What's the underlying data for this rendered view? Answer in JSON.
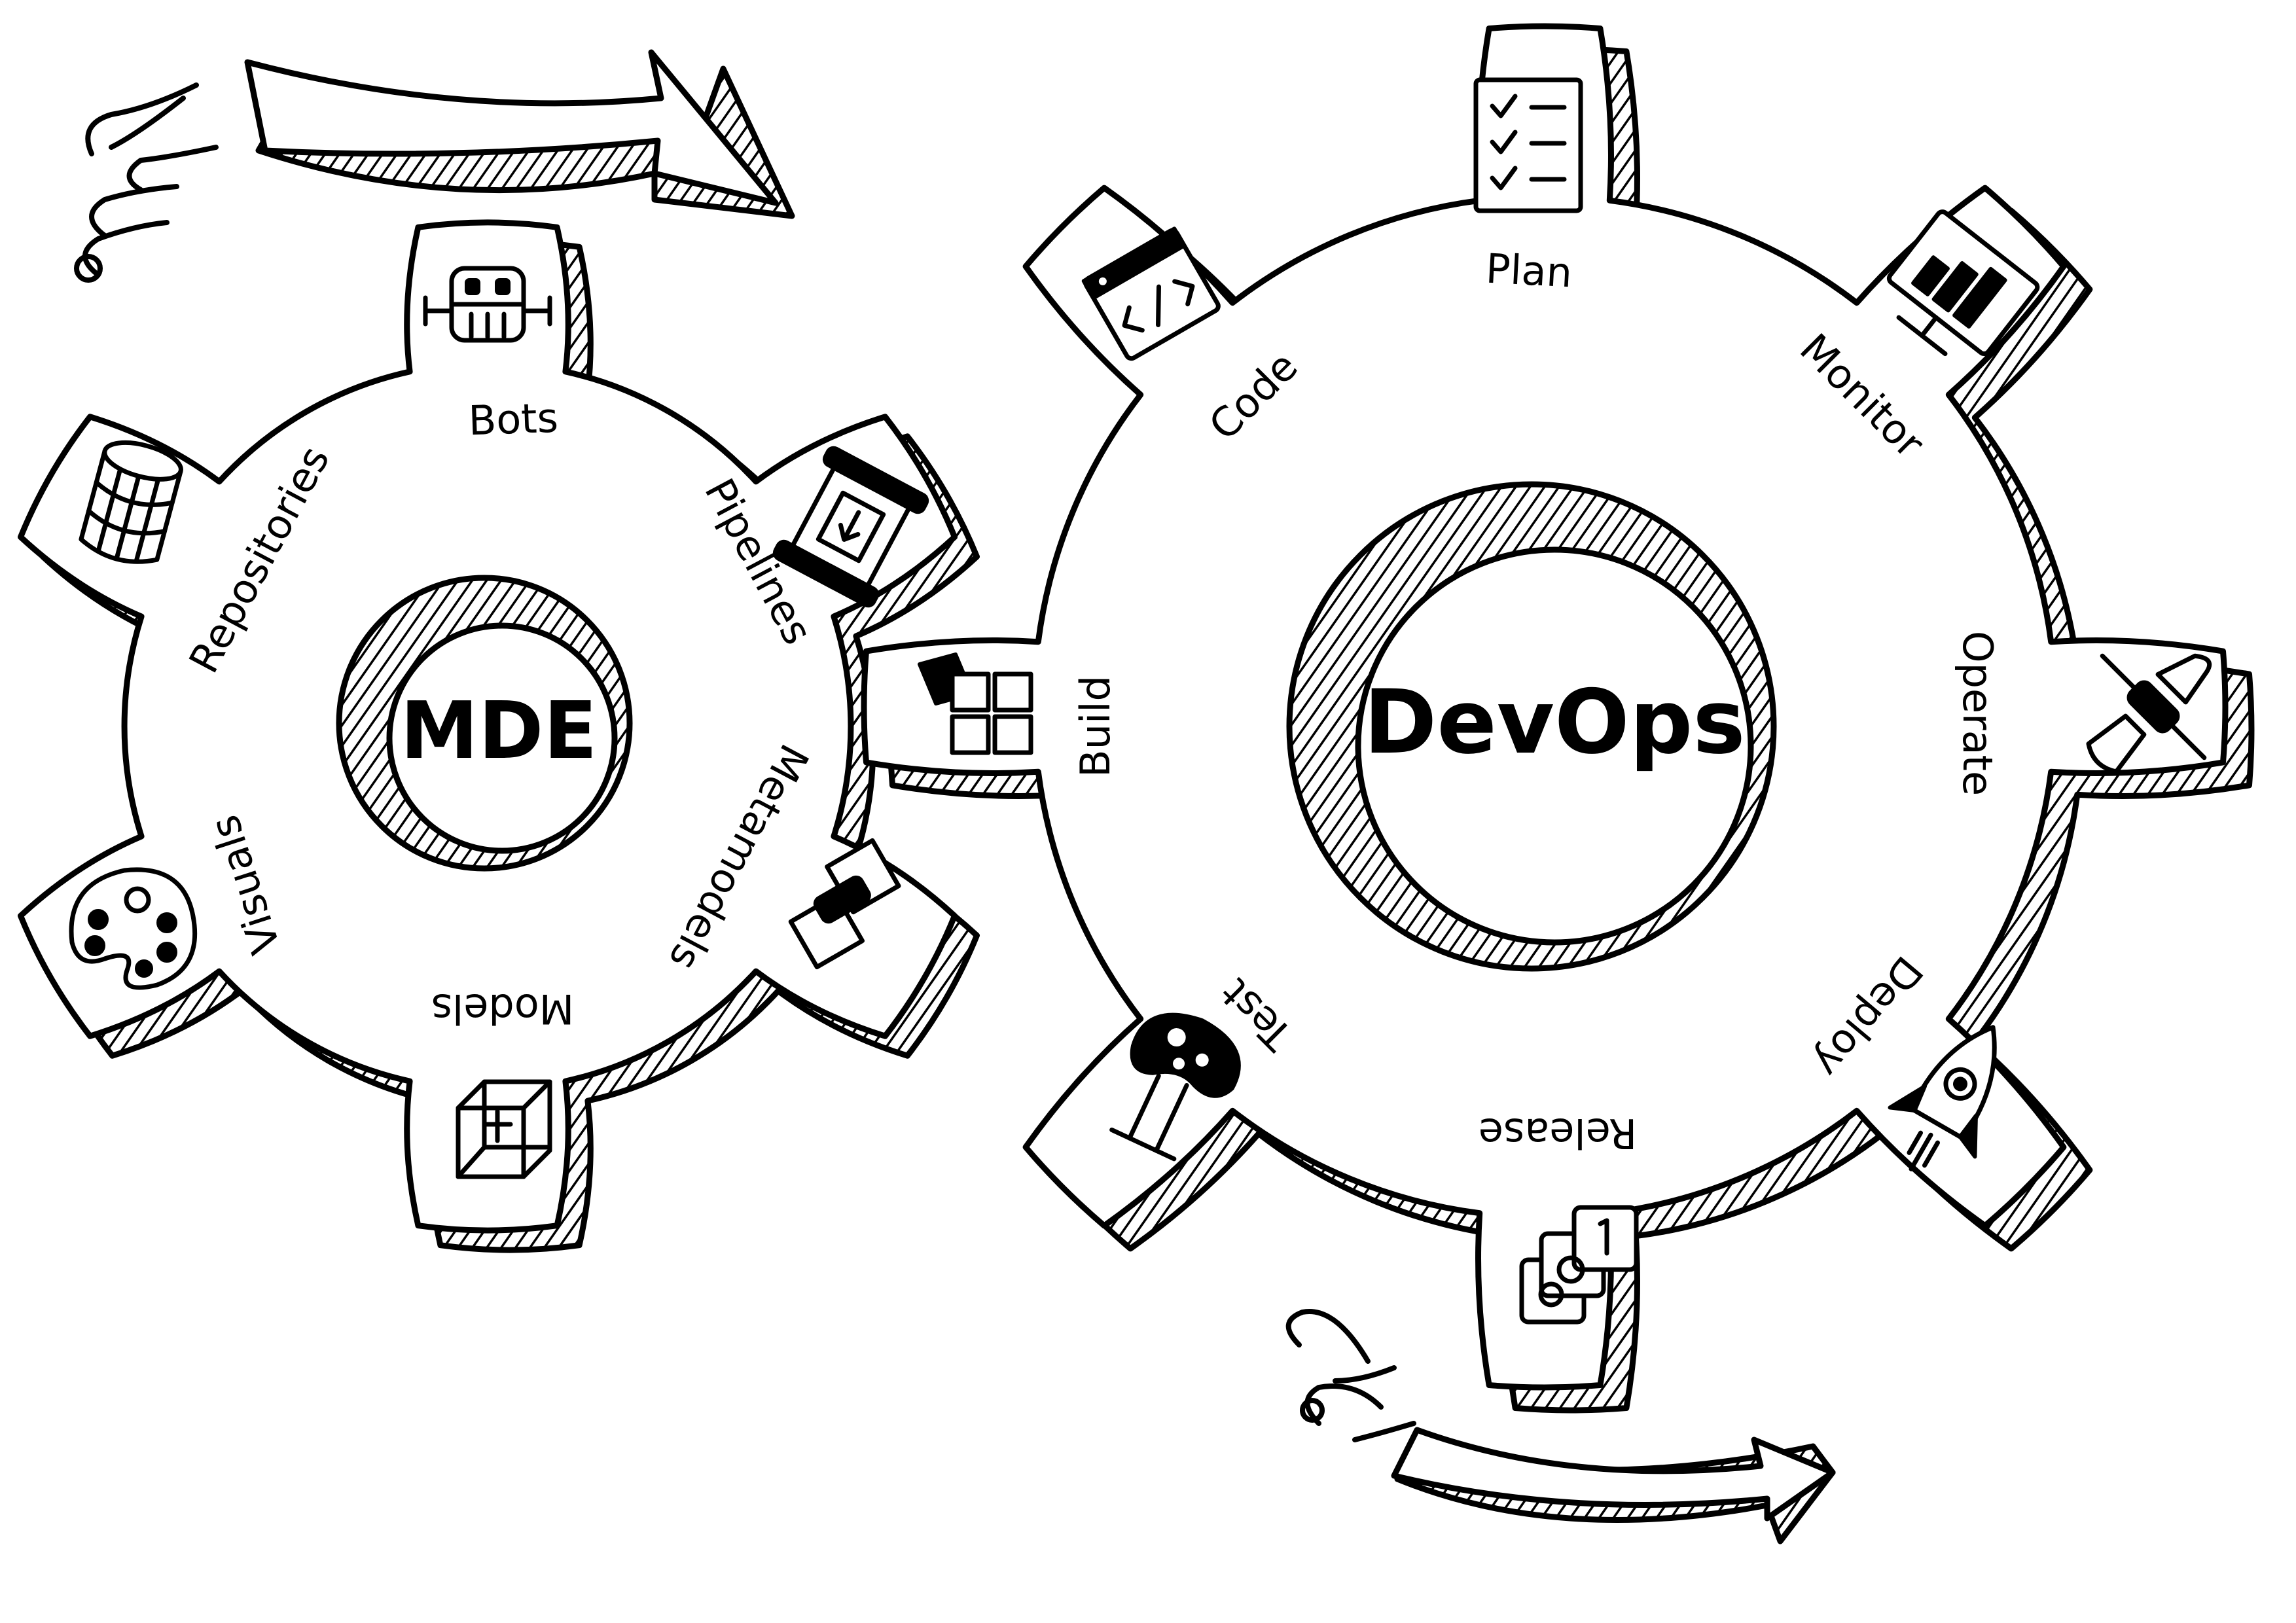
{
  "mde_gear": {
    "title": "MDE",
    "segments": [
      {
        "key": "bots",
        "label": "Bots",
        "icon": "robot-icon"
      },
      {
        "key": "pipelines",
        "label": "Pipelines",
        "icon": "pipeline-download-icon"
      },
      {
        "key": "metamodels",
        "label": "Metamodels",
        "icon": "metamodel-puzzle-icon"
      },
      {
        "key": "models",
        "label": "Models",
        "icon": "cube-icon"
      },
      {
        "key": "visuals",
        "label": "Visuals",
        "icon": "palette-icon"
      },
      {
        "key": "repositories",
        "label": "Repositories",
        "icon": "database-icon"
      }
    ]
  },
  "devops_gear": {
    "title": "DevOps",
    "segments": [
      {
        "key": "plan",
        "label": "Plan",
        "icon": "checklist-icon"
      },
      {
        "key": "monitor",
        "label": "Monitor",
        "icon": "monitor-chart-icon"
      },
      {
        "key": "operate",
        "label": "Operate",
        "icon": "tools-icon"
      },
      {
        "key": "deploy",
        "label": "Deploy",
        "icon": "rocket-icon"
      },
      {
        "key": "release",
        "label": "Release",
        "icon": "release-cards-icon"
      },
      {
        "key": "test",
        "label": "Test",
        "icon": "flask-icon"
      },
      {
        "key": "build",
        "label": "Build",
        "icon": "build-blocks-icon"
      },
      {
        "key": "code",
        "label": "Code",
        "icon": "code-window-icon"
      }
    ]
  }
}
